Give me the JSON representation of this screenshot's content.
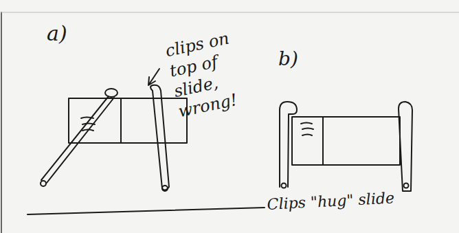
{
  "diagram": {
    "labels": [
      "a)",
      "clips on top of slide, wrong!",
      "b)",
      "Clips \"hug\" slide"
    ]
  }
}
